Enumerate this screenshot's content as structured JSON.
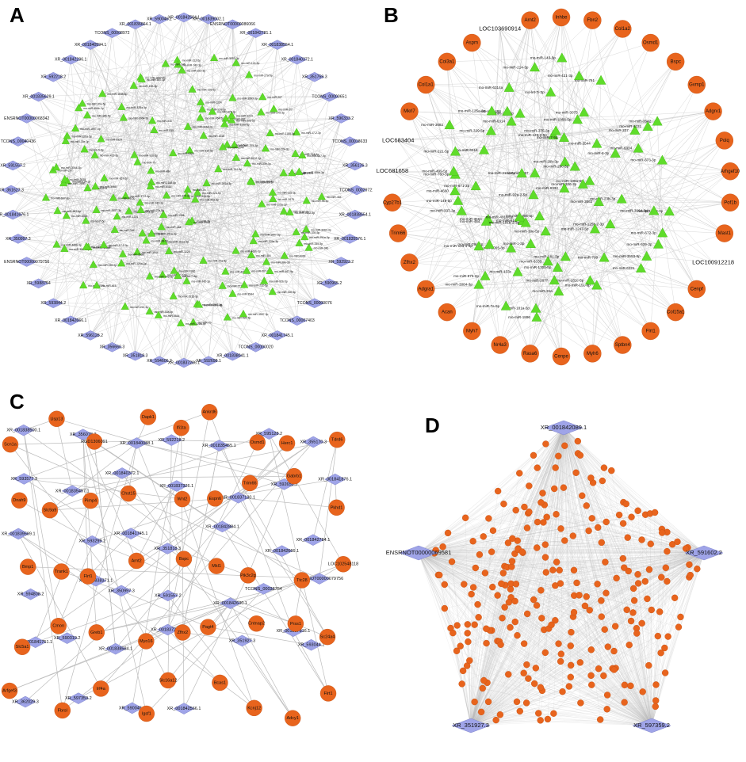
{
  "figure": {
    "panels": [
      {
        "id": "A",
        "letter": "A",
        "outer_diamonds": [
          "XR_001842504.1",
          "XR_001839002.1",
          "ENSRNOT00000086066",
          "XR_001842781.1",
          "XR_001838554.1",
          "XR_001840372.1",
          "XR_351759.3",
          "TCONS_00000651",
          "XR_596333.2",
          "TCONS_00018633",
          "XR_356176.3",
          "TCONS_00029721",
          "XR_001838554.1",
          "XR_001835576.1",
          "XR_592923.2",
          "XR_590965.2",
          "TCONS_00000076",
          "TCONS_00007403",
          "XR_001841745.1",
          "TCONS_00000020",
          "XR_001838041.1",
          "XR_592698.1",
          "XR_001837286.1",
          "XR_594606.2",
          "XR_351818.3",
          "XR_356660.3",
          "XR_596128.2",
          "XR_001842666.1",
          "XR_593844.2",
          "XR_5988754",
          "ENSRNOT00000079756",
          "XR_350997.3",
          "XR_001841676.1",
          "XR_361627.3",
          "XR_591557.2",
          "TCONS_00040436",
          "ENSRNOT00000068342",
          "XR_001835629.1",
          "XR_592218.2",
          "XR_001842296.1",
          "XR_001840594.1",
          "TCONS_00008972",
          "XR_001836664.1",
          "XR_590046.2"
        ],
        "inner_triangles": [
          "mo-miR-7b",
          "mo-miR-30a-5p",
          "mo-miR-3064-3p",
          "mo-miR-1966",
          "mo-miR-346",
          "mo-miR-98-5p",
          "mo-let-7i-5p",
          "mo-miR-155-5p",
          "mo-miR-1224",
          "mo-miR-667-5p",
          "mo-miR-125a-3p",
          "mo-miR-6318",
          "mo-miR-207",
          "mo-miR-3557-3p",
          "mo-miR-484",
          "mo-miR-742-3p",
          "mo-miR-30e-3p",
          "mo-miR-339-5p",
          "mo-miR-466b-3p",
          "mo-miR-5132-3p",
          "mo-miR-3544",
          "mo-miR-124-3p",
          "mo-miR-291a-3p",
          "mo-miR-375-3p",
          "mo-miR-3075",
          "mo-miR-17-2-3p",
          "mo-miR-328a-5p",
          "mo-miR-6324",
          "mo-miR-423-5p",
          "mo-miR-92b-5p",
          "mo-miR-1897-5p",
          "mo-miR-667-3p",
          "mo-miR-212-5p",
          "mo-miR-3568",
          "mo-miR-1188-5p",
          "mo-miR-615",
          "mo-miR-3593-3p",
          "mo-miR-222-3p",
          "mo-miR-27a-5p",
          "mo-miR-764-5p"
        ]
      },
      {
        "id": "B",
        "letter": "B",
        "outer_circles": [
          "Inhbe",
          "Fbn2",
          "Col1a2",
          "Osmd1",
          "Bspc",
          "Gvmp1",
          "Adgrv1",
          "Polq",
          "Arhgef10",
          "Pof1b",
          "Mast1",
          "LOC100912218",
          "Cenpf",
          "Col15a1",
          "Flrt1",
          "Sptbn4",
          "Myh6",
          "Cenpe",
          "Rasa6",
          "Nr4a3",
          "Myh7",
          "Acan",
          "Adgra1",
          "Zfhx2",
          "Trim66",
          "Cyp27b1",
          "LOC681658",
          "LOC683404",
          "Mkrl7",
          "Col1a1",
          "Col3a1",
          "Aspm",
          "LOC103690914",
          "Arnt2"
        ],
        "inner_triangles": [
          "mo-miR-281-3p",
          "mo-miR-1306-5p",
          "mo-miR-214-3p",
          "mo-miR-539-3p",
          "mo-miR-125b-2-3p",
          "mo-miR-1956-5p",
          "mo-miR-3065-3p",
          "mo-miR-760-3p",
          "mo-miR-29a-5p",
          "mo-miR-224-5p",
          "mo-miR-6321",
          "mo-miR-29b-3p",
          "mo-miR-30e-5p",
          "mo-miR-297",
          "mo-miR-3084-3p",
          "mo-miR-761",
          "mo-miR-130a-5p",
          "mo-miR-675-3p",
          "mo-miR-23b-3p",
          "mo-miR-3544",
          "mo-miR-181a-5p",
          "mo-miR-143-5p",
          "mo-miR-123-2-5p",
          "mo-miR-337-3p",
          "mo-miR-6318",
          "mo-miR-31a",
          "mo-miR-92a-2-5p",
          "mo-miR-7-5p",
          "mo-miR-128-3p",
          "mo-miR-103-1-5p",
          "mo-miR-1896",
          "mo-miR-1247-5p",
          "mo-miR-3064-3p",
          "mo-miR-6333",
          "mo-let-7i-3p",
          "mo-miR-181c-5p",
          "mo-miR-151-3p",
          "mo-miR-616",
          "mo-miR-672-3p",
          "mo-miR-326-3p",
          "mo-miR-130b-5p",
          "mo-miR-3075",
          "mo-miR-7a-5p",
          "mo-miR-221-5p",
          "mo-miR-29c-3p",
          "mo-miR-6314",
          "mo-miR-709",
          "mo-miR-207",
          "mo-miR-673-3p",
          "mo-miR-8-3p",
          "mo-miR-329-5p",
          "mo-miR-3553-5p",
          "mo-miR-1-3p",
          "mo-miR-499-5p",
          "mo-miR-149-5p",
          "mo-miR-6331",
          "mo-miR-418a-5p",
          "mo-miR-421-3p",
          "mo-miR-375-3p",
          "mo-miR-3564",
          "mo-miR-6332",
          "mo-miR-3562",
          "mo-miR-3682",
          "mo-miR-484",
          "mo-miR-6334",
          "mo-miR-3542",
          "mo-miR-491a-3p",
          "mo-miR-486",
          "mo-miR-191b-2-3p",
          "mo-miR-133c",
          "mo-miR-671-3p",
          "mo-miR-125a-3p",
          "mo-miR-3677",
          "mo-miR-4660",
          "mo-miR-6314a"
        ]
      },
      {
        "id": "C",
        "letter": "C",
        "diamonds": [
          "XR_001838500.1",
          "XR_356078.3",
          "XR_001840088.1",
          "XR_592218.2",
          "XR_001835455.1",
          "XR_595128.2",
          "XR_355170.3",
          "XR_593577.2",
          "XR_001835497.1",
          "XR_001840372.1",
          "XR_001837326.1",
          "XR_001837130.1",
          "XR_592652.2",
          "XR_001841876.1",
          "XR_001839589.1",
          "XR_593299.2",
          "XR_001841745.1",
          "XR_351818.3",
          "XR_001842884.1",
          "XR_001842666.1",
          "XR_001842784.1",
          "XR_594808.2",
          "XR_001838371.1",
          "XR_350997.3",
          "XR_591557.2",
          "XR_001842630.1",
          "TCONS_00038754",
          "ENSRNOT00000079756",
          "XR_001841751.1",
          "XR_590319.2",
          "XR_001838584.1",
          "XR_001837286.1",
          "XR_351927.3",
          "XR_001837816.1",
          "XR_593044.2",
          "XR_362029.3",
          "XR_597359.2",
          "XR_590045.2",
          "XR_001842566.1"
        ],
        "circles": [
          "Scn1a",
          "Usp13",
          "RGD1306091",
          "Dapk1",
          "Ifi1ta",
          "Ankrd6",
          "Osmd1",
          "Herc1",
          "Tdrd6",
          "Dnah9",
          "Slc9a9",
          "Pimp4",
          "Chst15",
          "Wnt2",
          "Espn6",
          "Trim66",
          "Gabrb1",
          "Pkhd1",
          "Bmp1",
          "Trank1",
          "Flrt1",
          "Arnt2",
          "Bspc",
          "Mkl1",
          "Pik3c2g",
          "Ttc28",
          "LOC102548118",
          "Slc5a1",
          "Cmon",
          "Greb1",
          "Myo16",
          "Zfhx2",
          "Pagt4",
          "Cntnap2",
          "Prss1",
          "Sc24a4",
          "Arfgef3",
          "Fbrsl",
          "Irf4a",
          "Igsf1",
          "Slc16a12",
          "Bcas1",
          "Kcnj12",
          "Adcy1",
          "Flrt1"
        ]
      },
      {
        "id": "D",
        "letter": "D",
        "corner_diamonds": [
          "XR_001842089.1",
          "ENSRNOT00000069581",
          "XR_591602.2",
          "XR_597359.2",
          "XR_351927.3"
        ],
        "inner_circle_count": 260
      }
    ]
  }
}
